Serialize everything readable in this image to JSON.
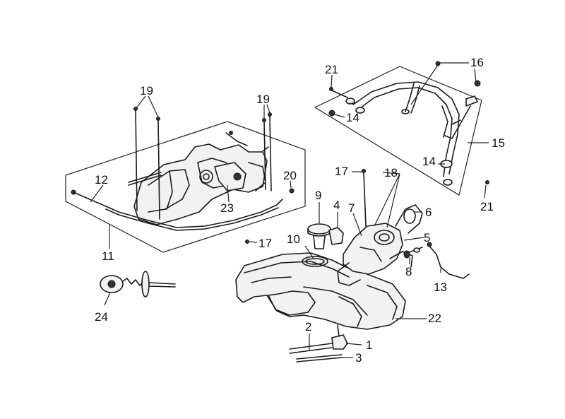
{
  "callouts": [
    {
      "id": "c1",
      "label": "1"
    },
    {
      "id": "c2",
      "label": "2"
    },
    {
      "id": "c3",
      "label": "3"
    },
    {
      "id": "c4",
      "label": "4"
    },
    {
      "id": "c5",
      "label": "5"
    },
    {
      "id": "c6",
      "label": "6"
    },
    {
      "id": "c7",
      "label": "7"
    },
    {
      "id": "c8",
      "label": "8"
    },
    {
      "id": "c9",
      "label": "9"
    },
    {
      "id": "c10",
      "label": "10"
    },
    {
      "id": "c11",
      "label": "11"
    },
    {
      "id": "c12",
      "label": "12"
    },
    {
      "id": "c13",
      "label": "13"
    },
    {
      "id": "c14a",
      "label": "14"
    },
    {
      "id": "c14b",
      "label": "14"
    },
    {
      "id": "c15",
      "label": "15"
    },
    {
      "id": "c16",
      "label": "16"
    },
    {
      "id": "c17a",
      "label": "17"
    },
    {
      "id": "c17b",
      "label": "17"
    },
    {
      "id": "c18",
      "label": "18"
    },
    {
      "id": "c19a",
      "label": "19"
    },
    {
      "id": "c19b",
      "label": "19"
    },
    {
      "id": "c20",
      "label": "20"
    },
    {
      "id": "c21a",
      "label": "21"
    },
    {
      "id": "c21b",
      "label": "21"
    },
    {
      "id": "c22",
      "label": "22"
    },
    {
      "id": "c23",
      "label": "23"
    },
    {
      "id": "c24",
      "label": "24"
    }
  ],
  "colors": {
    "line": "#1a1a1a",
    "background": "#ffffff"
  }
}
